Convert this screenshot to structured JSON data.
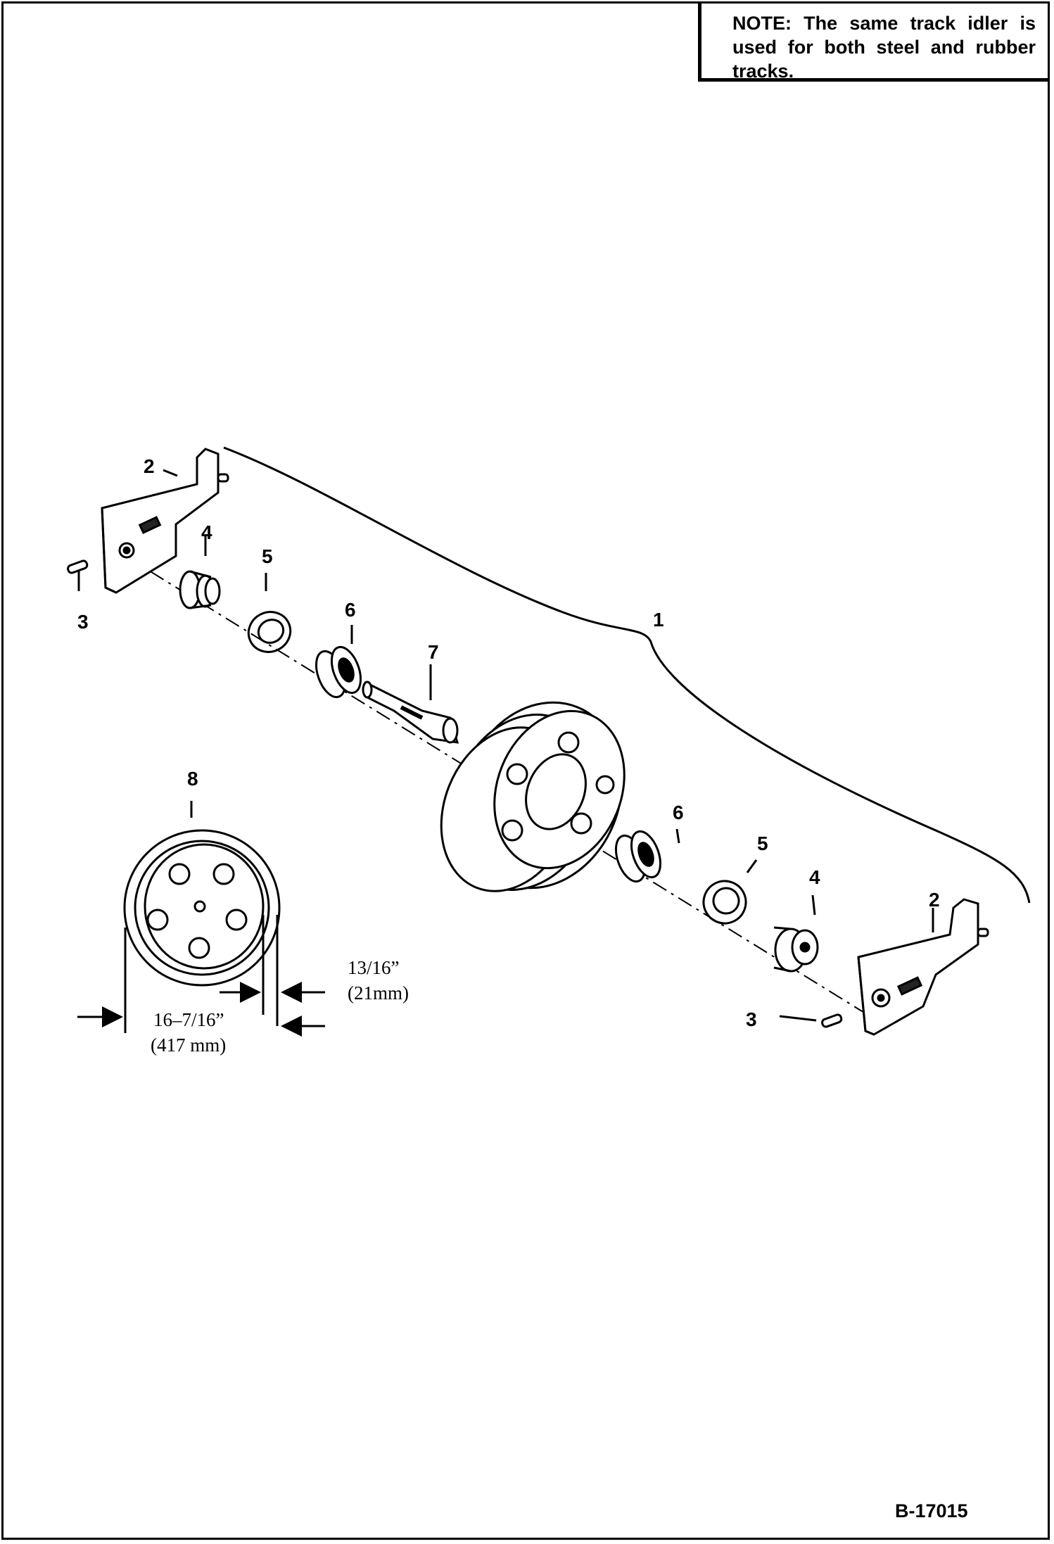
{
  "note": {
    "label": "NOTE:",
    "text": "The same track idler is used for both steel and rubber tracks."
  },
  "callouts": {
    "assembly": "1",
    "bracket": "2",
    "pin": "3",
    "seal": "4",
    "ring": "5",
    "bearing": "6",
    "shaft": "7",
    "wheel": "8"
  },
  "dimensions": {
    "width_in": "13/16”",
    "width_mm": "(21mm)",
    "diameter_in": "16–7/16”",
    "diameter_mm": "(417 mm)"
  },
  "drawing_code": "B-17015"
}
